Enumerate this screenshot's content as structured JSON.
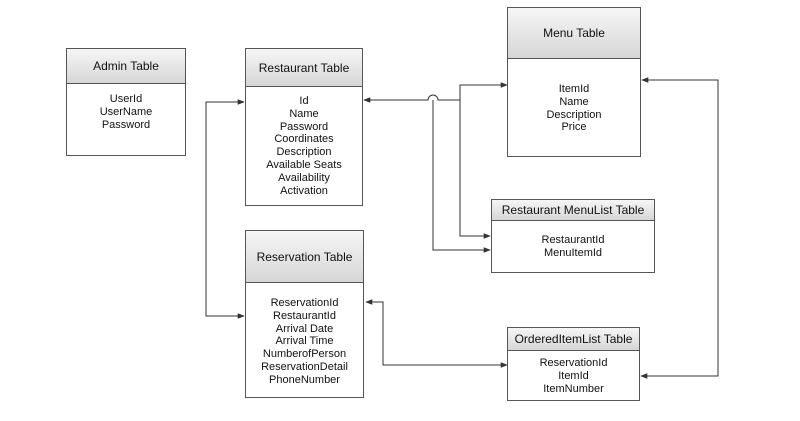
{
  "tables": {
    "admin": {
      "title": "Admin Table",
      "fields": [
        "UserId",
        "UserName",
        "Password"
      ]
    },
    "restaurant": {
      "title": "Restaurant Table",
      "fields": [
        "Id",
        "Name",
        "Password",
        "Coordinates",
        "Description",
        "Available Seats",
        "Availability",
        "Activation"
      ]
    },
    "menu": {
      "title": "Menu Table",
      "fields": [
        "ItemId",
        "Name",
        "Description",
        "Price"
      ]
    },
    "restaurant_menulist": {
      "title": "Restaurant MenuList Table",
      "fields": [
        "RestaurantId",
        "MenuItemId"
      ]
    },
    "reservation": {
      "title": "Reservation Table",
      "fields": [
        "ReservationId",
        "RestaurantId",
        "Arrival Date",
        "Arrival Time",
        "NumberofPerson",
        "ReservationDetail",
        "PhoneNumber"
      ]
    },
    "ordered_itemlist": {
      "title": "OrderedItemList Table",
      "fields": [
        "ReservationId",
        "ItemId",
        "ItemNumber"
      ]
    }
  },
  "relationships": [
    {
      "from": "restaurant_menulist.RestaurantId",
      "to": "restaurant.Id"
    },
    {
      "from": "restaurant_menulist.MenuItemId",
      "to": "menu.ItemId"
    },
    {
      "from": "reservation.RestaurantId",
      "to": "restaurant.Id"
    },
    {
      "from": "ordered_itemlist.ReservationId",
      "to": "reservation.ReservationId"
    },
    {
      "from": "ordered_itemlist.ItemId",
      "to": "menu.ItemId"
    }
  ]
}
